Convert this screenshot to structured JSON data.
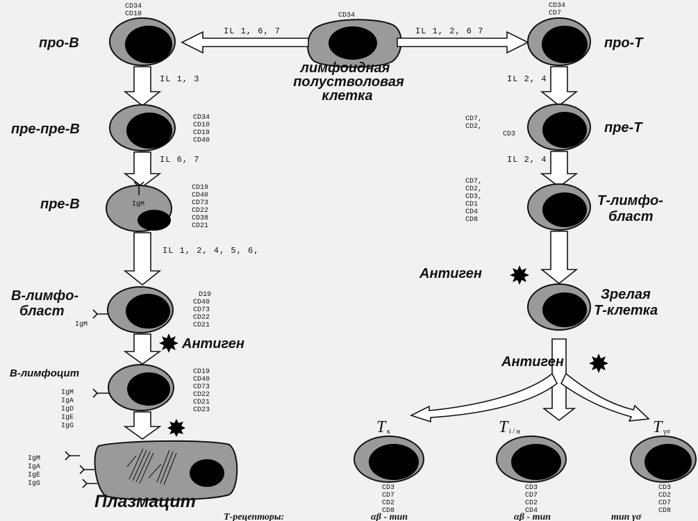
{
  "stem": {
    "marker": "CD34",
    "name_lines": [
      "лимфоидная",
      "полустволовая",
      "клетка"
    ],
    "il_left": "IL 1, 6, 7",
    "il_right": "IL 1, 2, 6 7"
  },
  "b_line": {
    "pro_b": {
      "label": "про-В",
      "markers": [
        "CD34",
        "CD10"
      ]
    },
    "il_1": "IL 1, 3",
    "pre_pre_b": {
      "label": "пре-пре-В",
      "markers": [
        "CD34",
        "CD10",
        "CD19",
        "CD40"
      ]
    },
    "il_2": "IL 6, 7",
    "pre_b": {
      "label": "пре-В",
      "surface": "IgM",
      "markers": [
        "CD19",
        "CD40",
        "CD73",
        "CD22",
        "CD38",
        "CD21"
      ]
    },
    "il_3": "IL 1, 2, 4, 5, 6,",
    "lymphoblast": {
      "label_lines": [
        "В-лимфо-",
        "бласт"
      ],
      "surface": "IgM",
      "markers": [
        "D19",
        "CD40",
        "CD73",
        "CD22",
        "CD21"
      ]
    },
    "antigen": "Антиген",
    "lymphocyte": {
      "label": "В-лимфоцит",
      "surface": [
        "IgM",
        "IgA",
        "IgD",
        "IgE",
        "IgG"
      ],
      "markers": [
        "CD19",
        "CD40",
        "CD73",
        "CD22",
        "CD21",
        "CD23"
      ]
    },
    "plasma": {
      "label": "Плазмацит",
      "antibodies": [
        "IgM",
        "IgA",
        "IgE",
        "IgG"
      ]
    }
  },
  "t_line": {
    "pro_t": {
      "label": "про-Т",
      "markers": [
        "CD34",
        "CD7"
      ]
    },
    "il_1": "IL 2, 4",
    "pre_t": {
      "label": "пре-Т",
      "markers": [
        "CD7,",
        "CD2,",
        "CD3"
      ]
    },
    "il_2": "IL 2, 4",
    "lymphoblast": {
      "label_lines": [
        "Т-лимфо-",
        "бласт"
      ],
      "markers": [
        "CD7,",
        "CD2,",
        "CD3,",
        "CD1",
        "CD4",
        "CD8"
      ]
    },
    "antigen_1": "Антиген",
    "mature": {
      "label_lines": [
        "Зрелая",
        "Т-клетка"
      ]
    },
    "antigen_2": "Антиген",
    "subtypes": [
      {
        "symbol": "T",
        "sub": "к",
        "markers": [
          "CD3",
          "CD7",
          "CD2",
          "CD8"
        ],
        "receptor": "αβ - тип"
      },
      {
        "symbol": "T",
        "sub": "i / н",
        "markers": [
          "CD3",
          "CD7",
          "CD2",
          "CD4"
        ],
        "receptor": "αβ - тип"
      },
      {
        "symbol": "T",
        "sub": "γσ",
        "markers": [
          "CD3",
          "CD2",
          "CD7",
          "CD8"
        ],
        "receptor": "тип γσ"
      }
    ],
    "receptor_caption": "Т-рецепторы:"
  }
}
